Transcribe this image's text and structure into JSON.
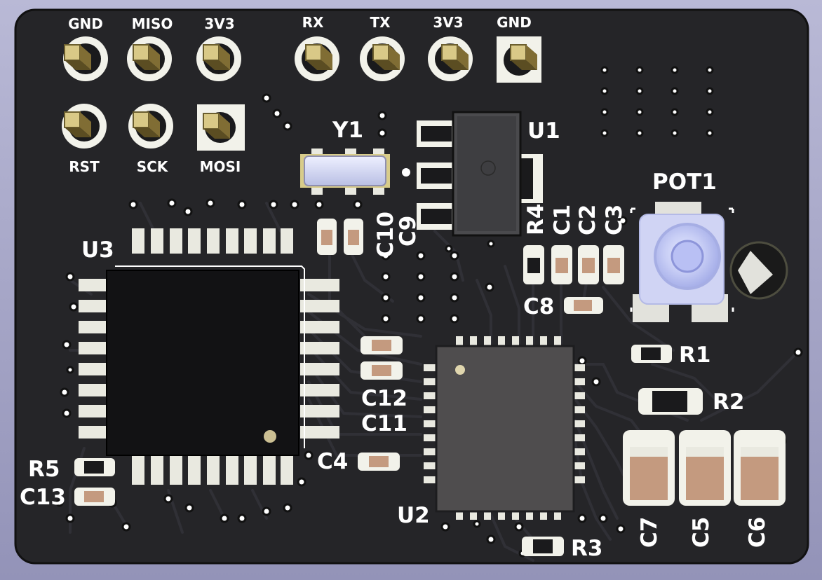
{
  "colors": {
    "background": "#a6a6c8",
    "board": "#252528",
    "silk": "#ffffff",
    "pad_gold": "#d9c987",
    "pad_silver": "#e9e9e0",
    "chip_body": "#141414",
    "cap_body": "#c49a7f",
    "trace": "#2e2e33"
  },
  "header_pins": {
    "top_left_row": [
      "GND",
      "MISO",
      "3V3"
    ],
    "bottom_left_row": [
      "RST",
      "SCK",
      "MOSI"
    ],
    "top_right_row": [
      "RX",
      "TX",
      "3V3",
      "GND"
    ]
  },
  "components": {
    "crystal": "Y1",
    "regulator": "U1",
    "potentiometer": "POT1",
    "mcu_left": "U3",
    "mcu_right": "U2",
    "resistors": [
      "R1",
      "R2",
      "R3",
      "R4",
      "R5"
    ],
    "capacitors": [
      "C1",
      "C2",
      "C3",
      "C4",
      "C5",
      "C6",
      "C7",
      "C8",
      "C9",
      "C10",
      "C11",
      "C12",
      "C13"
    ]
  }
}
